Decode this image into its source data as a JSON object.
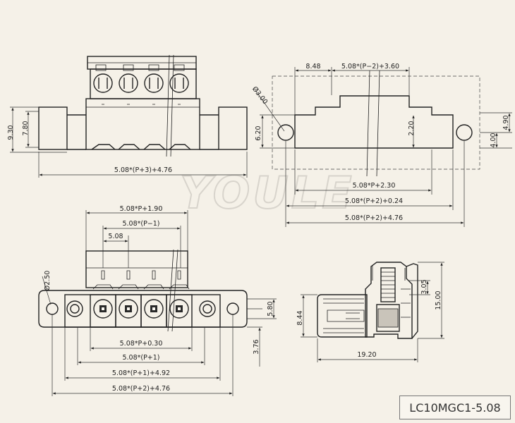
{
  "watermark": "YOULE",
  "part_number": "LC10MGC1-5.08",
  "top_left_view": {
    "dim_width": "5.08*(P+3)+4.76",
    "dim_height_outer": "9.30",
    "dim_height_inner": "7.80"
  },
  "top_right_view": {
    "dim_848": "8.48",
    "dim_top": "5.08*(P−2)+3.60",
    "dim_hole": "Ø3.00",
    "dim_620": "6.20",
    "dim_220": "2.20",
    "dim_490": "4.90",
    "dim_400": "4.00",
    "dim_p230": "5.08*P+2.30",
    "dim_p2_024": "5.08*(P+2)+0.24",
    "dim_p2_476": "5.08*(P+2)+4.76"
  },
  "bottom_left_view": {
    "dim_p190": "5.08*P+1.90",
    "dim_pm1": "5.08*(P−1)",
    "dim_pitch": "5.08",
    "dim_hole": "Ø2.50",
    "dim_580": "5.80",
    "dim_376": "3.76",
    "dim_p030": "5.08*P+0.30",
    "dim_p1": "5.08*(P+1)",
    "dim_p1_492": "5.08*(P+1)+4.92",
    "dim_p2_476": "5.08*(P+2)+4.76"
  },
  "side_view": {
    "dim_305": "3.05",
    "dim_1500": "15.00",
    "dim_844": "8.44",
    "dim_1920": "19.20"
  }
}
